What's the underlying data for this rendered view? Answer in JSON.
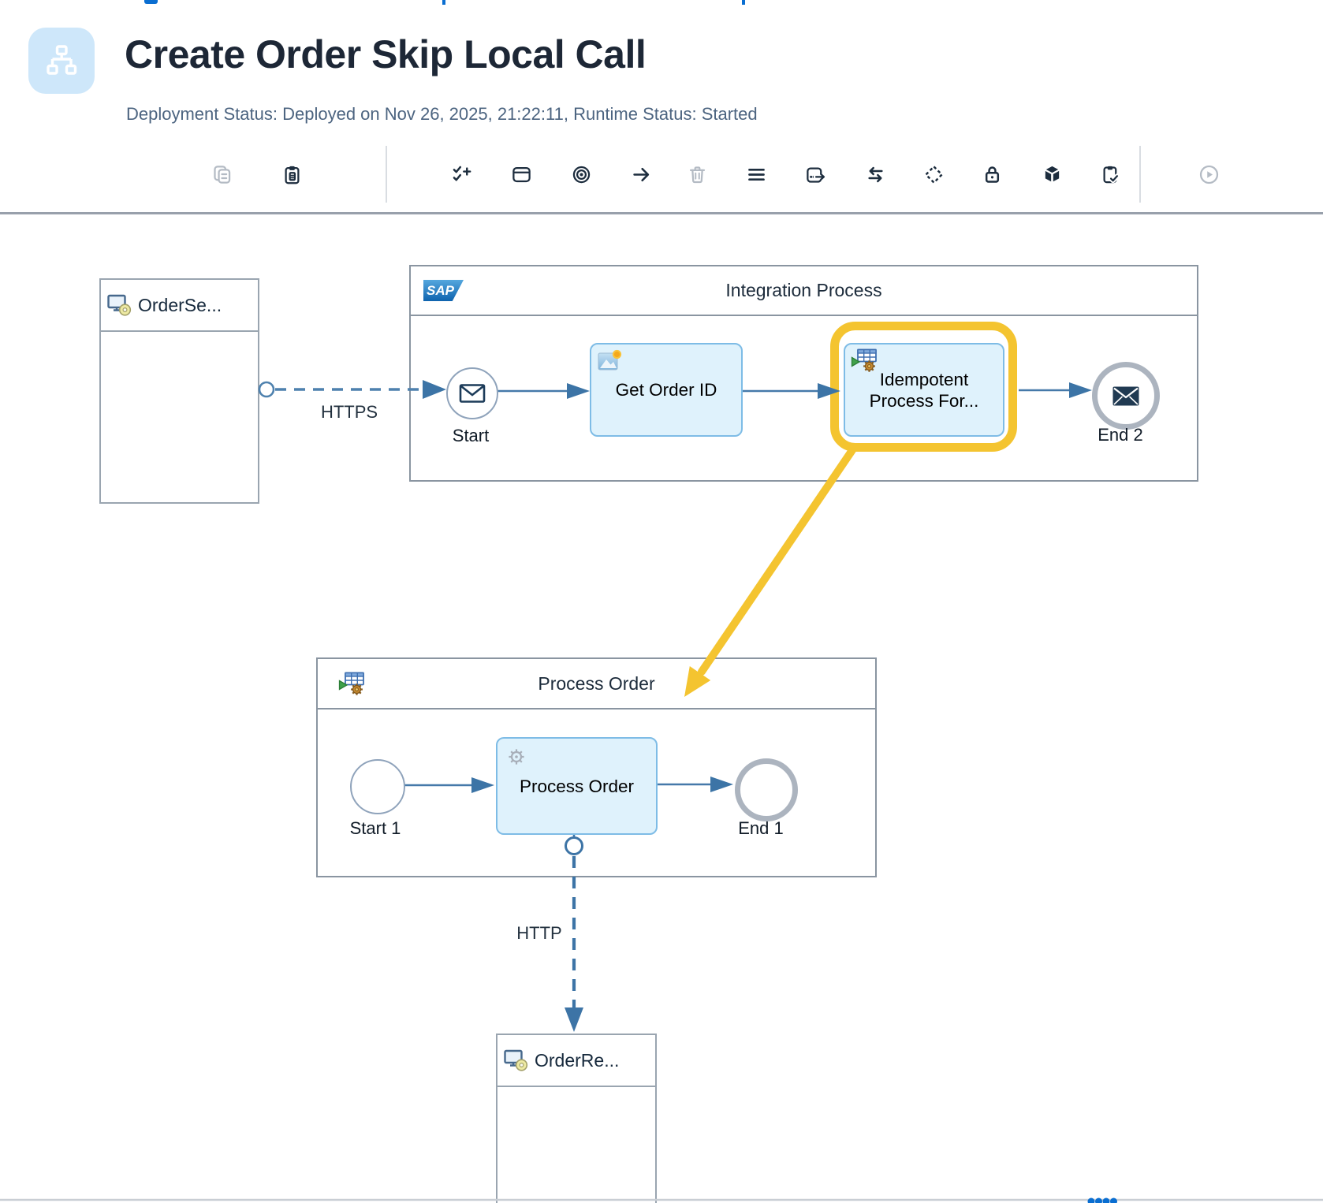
{
  "header": {
    "title": "Create Order Skip Local Call",
    "subtitle": "Deployment Status: Deployed on Nov 26, 2025, 21:22:11, Runtime Status: Started"
  },
  "toolbar": {
    "icons": [
      "copy",
      "paste",
      "add-validation",
      "pool",
      "target",
      "step-arrow",
      "delete",
      "menu",
      "schedule",
      "swap",
      "select-area",
      "lock",
      "package-cube",
      "deploy-check",
      "run"
    ]
  },
  "canvas": {
    "sender": {
      "label": "OrderSe..."
    },
    "receiver": {
      "label": "OrderRe..."
    },
    "https_label": "HTTPS",
    "http_label": "HTTP",
    "integration_process": {
      "title": "Integration Process",
      "logo_text": "SAP",
      "start_label": "Start",
      "get_order_id_label": "Get Order ID",
      "idempotent_line1": "Idempotent",
      "idempotent_line2": "Process For...",
      "end_label": "End 2"
    },
    "process_order": {
      "title": "Process Order",
      "start_label": "Start 1",
      "task_label": "Process Order",
      "end_label": "End 1"
    }
  },
  "colors": {
    "highlight_yellow": "#F4C430",
    "flow_blue": "#3D74A6",
    "task_fill": "#DFF2FC",
    "task_border": "#7EBCE6",
    "link_blue": "#0A6ED1"
  }
}
